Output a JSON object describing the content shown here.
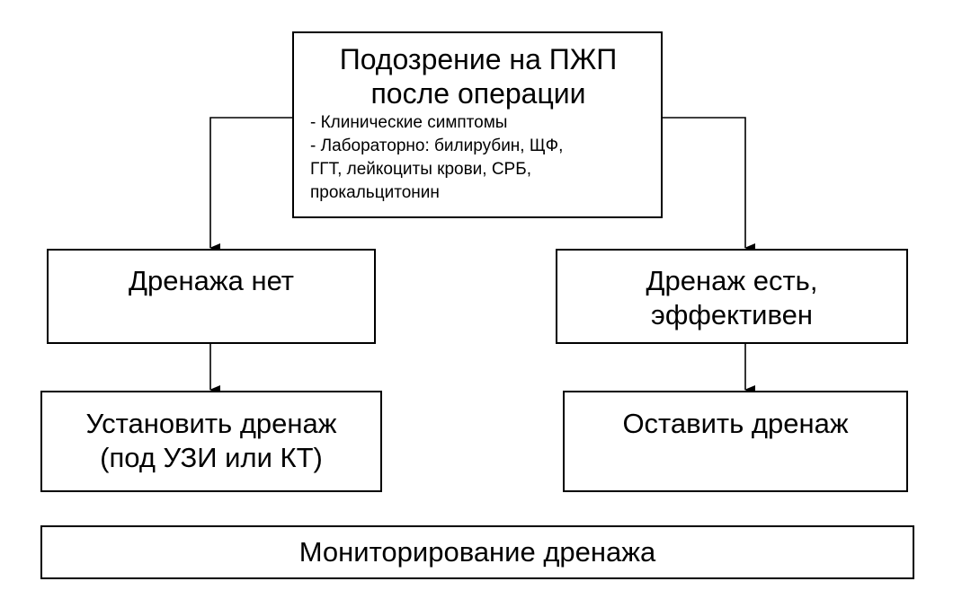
{
  "diagram": {
    "top": {
      "title_line1": "Подозрение на ПЖП",
      "title_line2": "после операции",
      "bullets": [
        "- Клинические симптомы",
        "- Лабораторно: билирубин, ЩФ,",
        "ГГТ, лейкоциты крови, СРБ,",
        "прокальцитонин"
      ]
    },
    "left_branch": {
      "condition": "Дренажа нет",
      "action_line1": "Установить дренаж",
      "action_line2": "(под УЗИ или КТ)"
    },
    "right_branch": {
      "condition_line1": "Дренаж есть,",
      "condition_line2": "эффективен",
      "action": "Оставить дренаж"
    },
    "bottom": {
      "label": "Мониторирование дренажа"
    }
  },
  "colors": {
    "line": "#000000",
    "background": "#ffffff",
    "text": "#000000"
  }
}
